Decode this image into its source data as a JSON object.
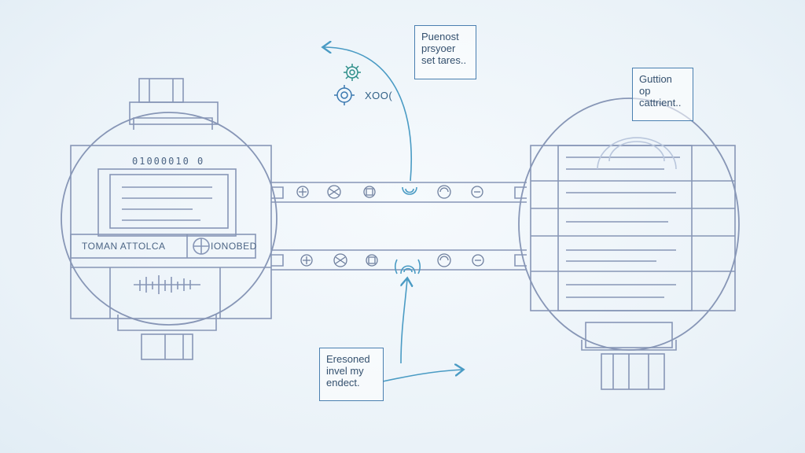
{
  "notes": {
    "top": "Puenost\nprsyoer\nset tares..",
    "right": "Guttion\nop\ncattrient..",
    "bottom": "Eresoned\ninvel my\nendect."
  },
  "left_unit": {
    "readout": "01000010 0",
    "tab_left": "TOMAN ATTOLCA",
    "tab_right": "IONOBED"
  },
  "gear_label": "XOO(",
  "colors": {
    "line": "#8796b6",
    "accent": "#4a9bc4",
    "note_border": "#4a7fb0"
  }
}
